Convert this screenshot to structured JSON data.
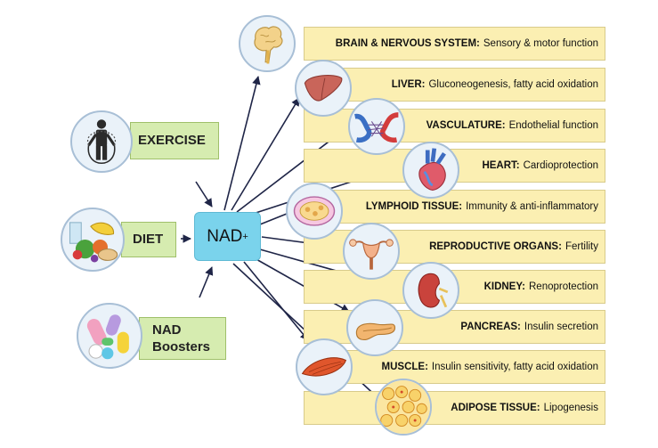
{
  "inputs": {
    "exercise": "EXERCISE",
    "diet": "DIET",
    "boosters_line1": "NAD",
    "boosters_line2": "Boosters"
  },
  "hub": {
    "label": "NAD",
    "superscript": "+"
  },
  "organs": [
    {
      "name": "BRAIN & NERVOUS SYSTEM:",
      "effect": "Sensory & motor function",
      "icon": "brain-icon"
    },
    {
      "name": "LIVER:",
      "effect": "Gluconeogenesis, fatty acid oxidation",
      "icon": "liver-icon"
    },
    {
      "name": "VASCULATURE:",
      "effect": "Endothelial function",
      "icon": "vasculature-icon"
    },
    {
      "name": "HEART:",
      "effect": "Cardioprotection",
      "icon": "heart-icon"
    },
    {
      "name": "LYMPHOID TISSUE:",
      "effect": "Immunity & anti-inflammatory",
      "icon": "lymphoid-icon"
    },
    {
      "name": "REPRODUCTIVE ORGANS:",
      "effect": "Fertility",
      "icon": "reproductive-icon"
    },
    {
      "name": "KIDNEY:",
      "effect": "Renoprotection",
      "icon": "kidney-icon"
    },
    {
      "name": "PANCREAS:",
      "effect": "Insulin secretion",
      "icon": "pancreas-icon"
    },
    {
      "name": "MUSCLE:",
      "effect": "Insulin sensitivity, fatty acid oxidation",
      "icon": "muscle-icon"
    },
    {
      "name": "ADIPOSE TISSUE:",
      "effect": "Lipogenesis",
      "icon": "adipose-icon"
    }
  ],
  "colors": {
    "organ_box": "#fbefb2",
    "input_box": "#d6ecb0",
    "hub": "#7ad3ec",
    "arrow": "#1f2547"
  }
}
